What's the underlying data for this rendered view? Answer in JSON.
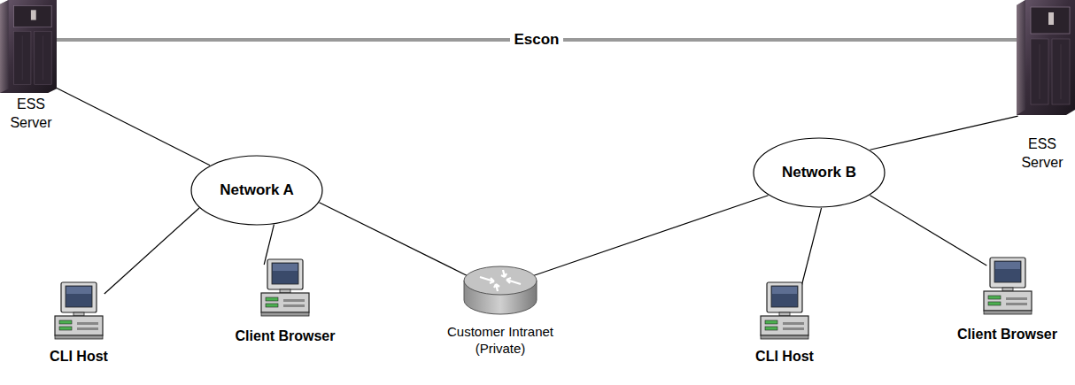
{
  "diagram": {
    "nodes": [
      {
        "text": [
          "ESS Server"
        ]
      },
      {
        "text": [
          "ESS Server"
        ]
      },
      {
        "text": [
          "Network A"
        ]
      },
      {
        "text": [
          "Network B"
        ]
      },
      {
        "text": [
          "CLI Host"
        ]
      },
      {
        "text": [
          "Client Browser"
        ]
      },
      {
        "text": [
          "Customer Intranet (Private)"
        ]
      },
      {
        "text": [
          "CLI Host"
        ]
      },
      {
        "text": [
          "Client Browser"
        ]
      }
    ],
    "edges": [
      {
        "from": 0,
        "to": 1,
        "arrow": "none",
        "label": "Escon"
      },
      {
        "from": 0,
        "to": 2,
        "arrow": "none"
      },
      {
        "from": 2,
        "to": 4,
        "arrow": "none"
      },
      {
        "from": 2,
        "to": 5,
        "arrow": "none"
      },
      {
        "from": 2,
        "to": 6,
        "arrow": "none"
      },
      {
        "from": 6,
        "to": 3,
        "arrow": "none"
      },
      {
        "from": 3,
        "to": 1,
        "arrow": "none"
      },
      {
        "from": 3,
        "to": 7,
        "arrow": "none"
      },
      {
        "from": 3,
        "to": 8,
        "arrow": "none"
      }
    ]
  }
}
